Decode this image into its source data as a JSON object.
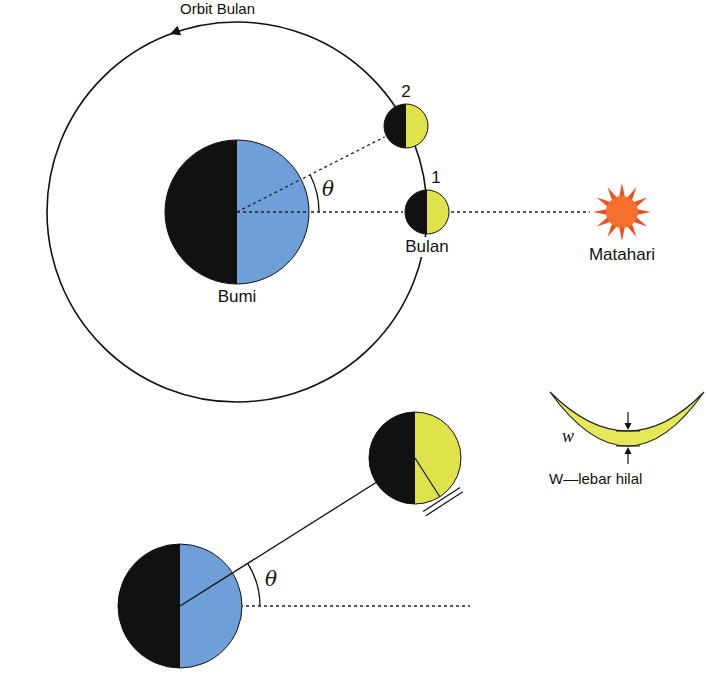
{
  "diagram": {
    "nodes": [
      {
        "text": [
          "Bumi"
        ]
      },
      {
        "text": [
          "1",
          "Bulan"
        ]
      },
      {
        "text": [
          "2"
        ]
      },
      {
        "text": [
          "Matahari"
        ]
      }
    ],
    "edges": [
      {
        "from": 0,
        "to": 1,
        "arrow": "none"
      },
      {
        "from": 0,
        "to": 2,
        "arrow": "none"
      },
      {
        "from": 1,
        "to": 3,
        "arrow": "none"
      }
    ],
    "labels": [
      "Orbit Bulan",
      "θ",
      "θ",
      "w",
      "W—lebar hilal"
    ]
  }
}
